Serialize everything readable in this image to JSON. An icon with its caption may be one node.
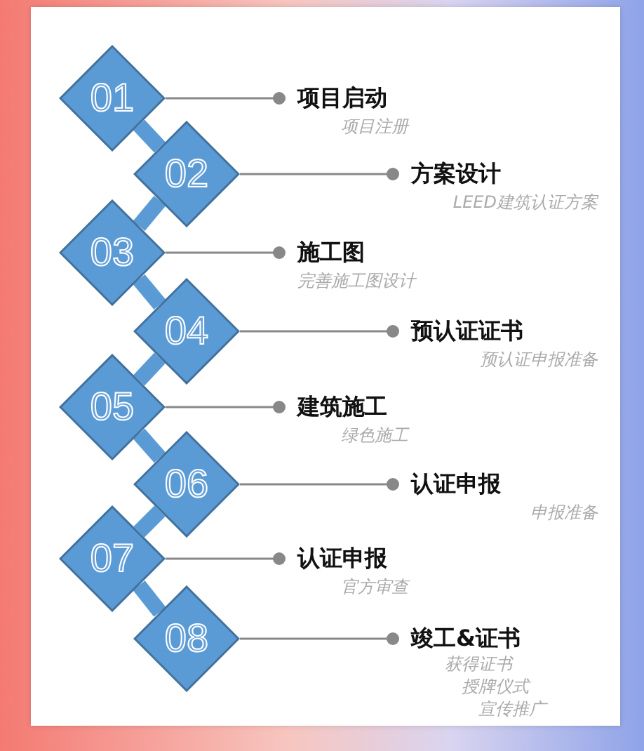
{
  "diagram": {
    "nodes": [
      {
        "text": [
          "01"
        ]
      },
      {
        "text": [
          "项目启动",
          "项目注册"
        ]
      },
      {
        "text": [
          "02"
        ]
      },
      {
        "text": [
          "方案设计",
          "LEED建筑认证方案"
        ]
      },
      {
        "text": [
          "03"
        ]
      },
      {
        "text": [
          "施工图",
          "完善施工图设计"
        ]
      },
      {
        "text": [
          "04"
        ]
      },
      {
        "text": [
          "预认证证书",
          "预认证申报准备"
        ]
      },
      {
        "text": [
          "05"
        ]
      },
      {
        "text": [
          "建筑施工",
          "绿色施工"
        ]
      },
      {
        "text": [
          "06"
        ]
      },
      {
        "text": [
          "认证申报",
          "申报准备"
        ]
      },
      {
        "text": [
          "07"
        ]
      },
      {
        "text": [
          "认证申报",
          "官方审查"
        ]
      },
      {
        "text": [
          "08"
        ]
      },
      {
        "text": [
          "竣工&证书",
          "获得证书",
          "授牌仪式",
          "宣传推广"
        ]
      }
    ],
    "edges": [
      {
        "from": 0,
        "to": 1,
        "arrow": "other"
      },
      {
        "from": 2,
        "to": 3,
        "arrow": "other"
      },
      {
        "from": 4,
        "to": 5,
        "arrow": "other"
      },
      {
        "from": 6,
        "to": 7,
        "arrow": "other"
      },
      {
        "from": 8,
        "to": 9,
        "arrow": "other"
      },
      {
        "from": 10,
        "to": 11,
        "arrow": "other"
      },
      {
        "from": 12,
        "to": 13,
        "arrow": "other"
      },
      {
        "from": 14,
        "to": 15,
        "arrow": "other"
      },
      {
        "from": 0,
        "to": 2,
        "arrow": "none",
        "style": "thick",
        "color": "#5b9bd5"
      },
      {
        "from": 2,
        "to": 4,
        "arrow": "none",
        "style": "thick",
        "color": "#5b9bd5"
      },
      {
        "from": 4,
        "to": 6,
        "arrow": "none",
        "style": "thick",
        "color": "#5b9bd5"
      },
      {
        "from": 6,
        "to": 8,
        "arrow": "none",
        "style": "thick",
        "color": "#5b9bd5"
      },
      {
        "from": 8,
        "to": 10,
        "arrow": "none",
        "style": "thick",
        "color": "#5b9bd5"
      },
      {
        "from": 10,
        "to": 12,
        "arrow": "none",
        "style": "thick",
        "color": "#5b9bd5"
      },
      {
        "from": 12,
        "to": 14,
        "arrow": "none",
        "style": "thick",
        "color": "#5b9bd5"
      }
    ]
  }
}
